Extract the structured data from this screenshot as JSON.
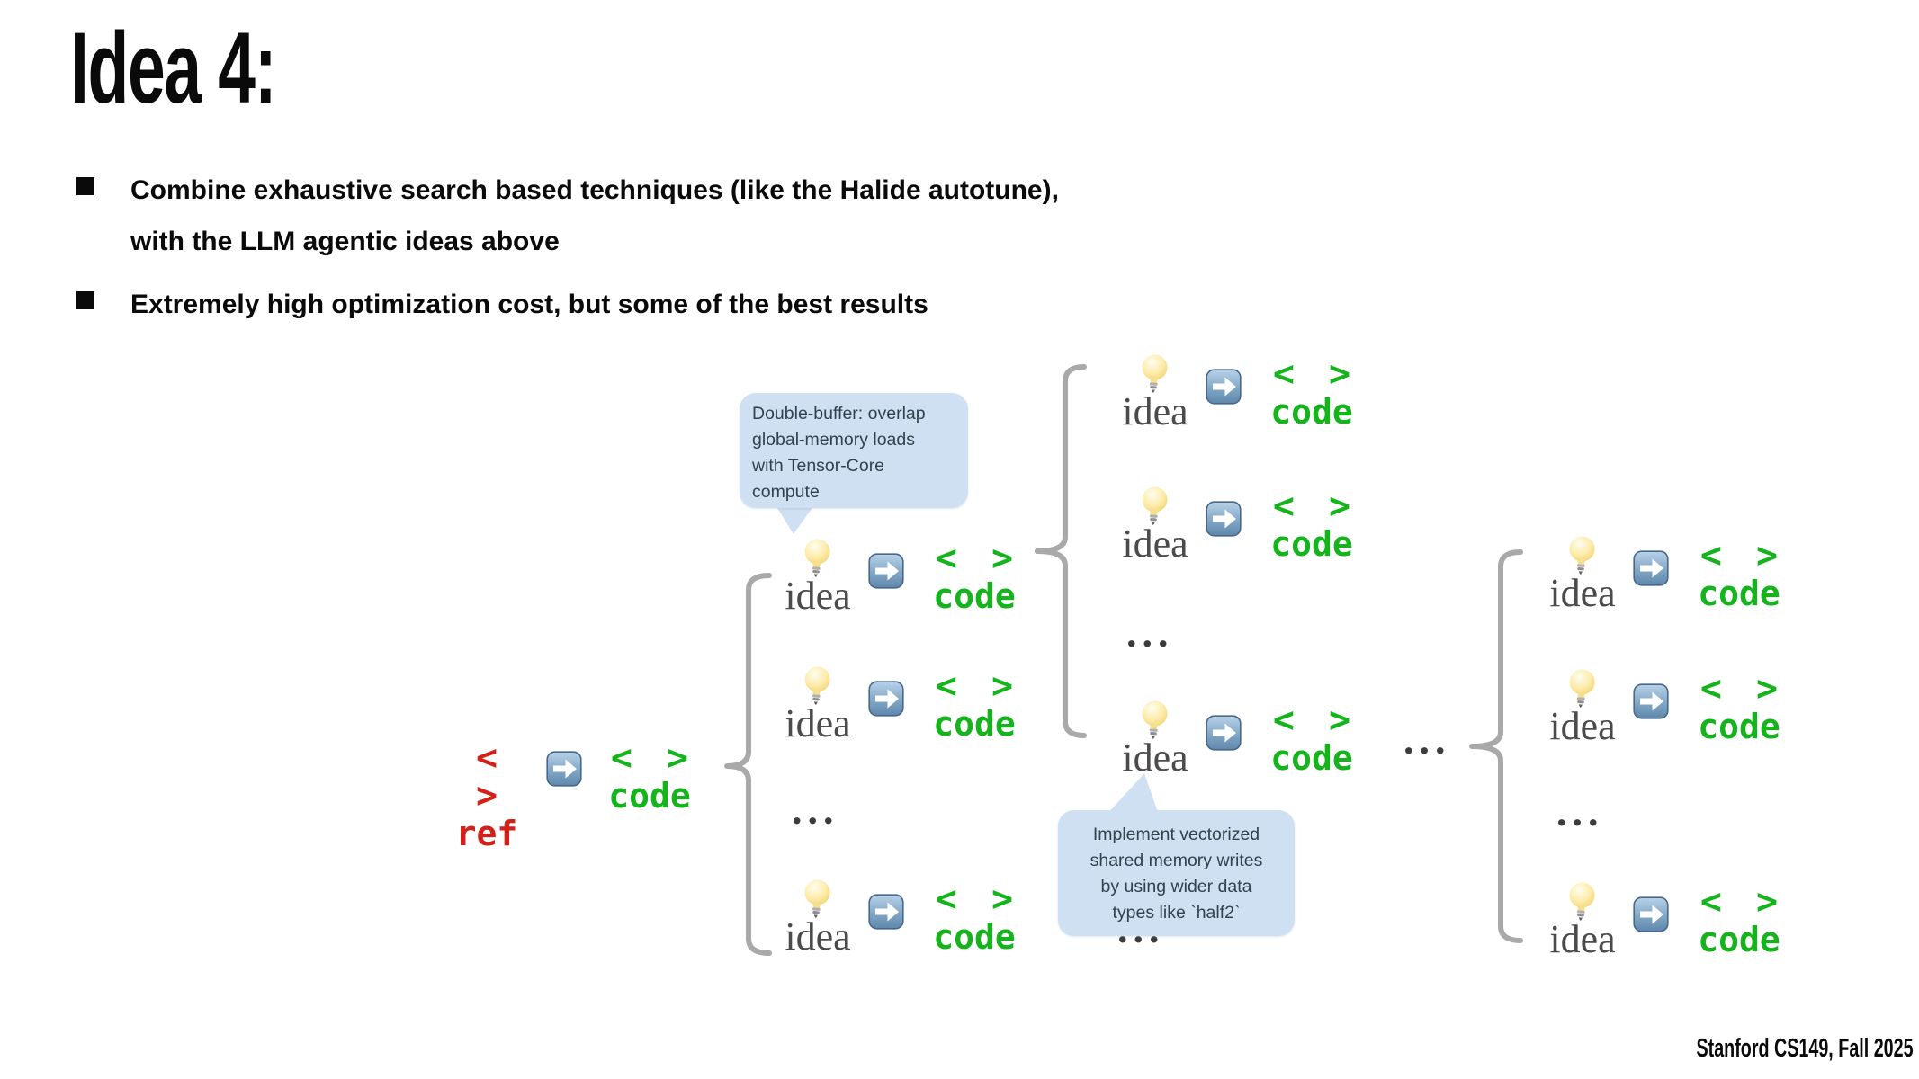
{
  "slide": {
    "title": "Idea 4:",
    "bullets": [
      {
        "lines": [
          "Combine exhaustive search based techniques (like the Halide autotune),",
          "with the LLM agentic ideas above"
        ]
      },
      {
        "lines": [
          "Extremely high optimization cost, but some of the best results"
        ]
      }
    ],
    "footer": "Stanford CS149, Fall 2025"
  },
  "diagram": {
    "ref_node": {
      "brackets": "< >",
      "label": "ref"
    },
    "code_node": {
      "brackets": "< >",
      "label": "code"
    },
    "idea_label": "idea",
    "ellipsis": "...",
    "callouts": [
      {
        "lines": [
          "Double-buffer: overlap",
          "global-memory loads",
          "with Tensor-Core",
          "compute"
        ]
      },
      {
        "lines": [
          "Implement vectorized",
          "shared memory writes",
          "by using wider data",
          "types like `half2`"
        ]
      }
    ],
    "icons": {
      "lightbulb": "💡",
      "arrow_right": "➡"
    },
    "colors": {
      "ref_red": "#d3211a",
      "code_green": "#15b31c",
      "idea_gray": "#4b4b4b",
      "brace_gray": "#a9a9a9",
      "callout_blue": "#cfe0f2",
      "callout_text": "#31424f"
    }
  }
}
